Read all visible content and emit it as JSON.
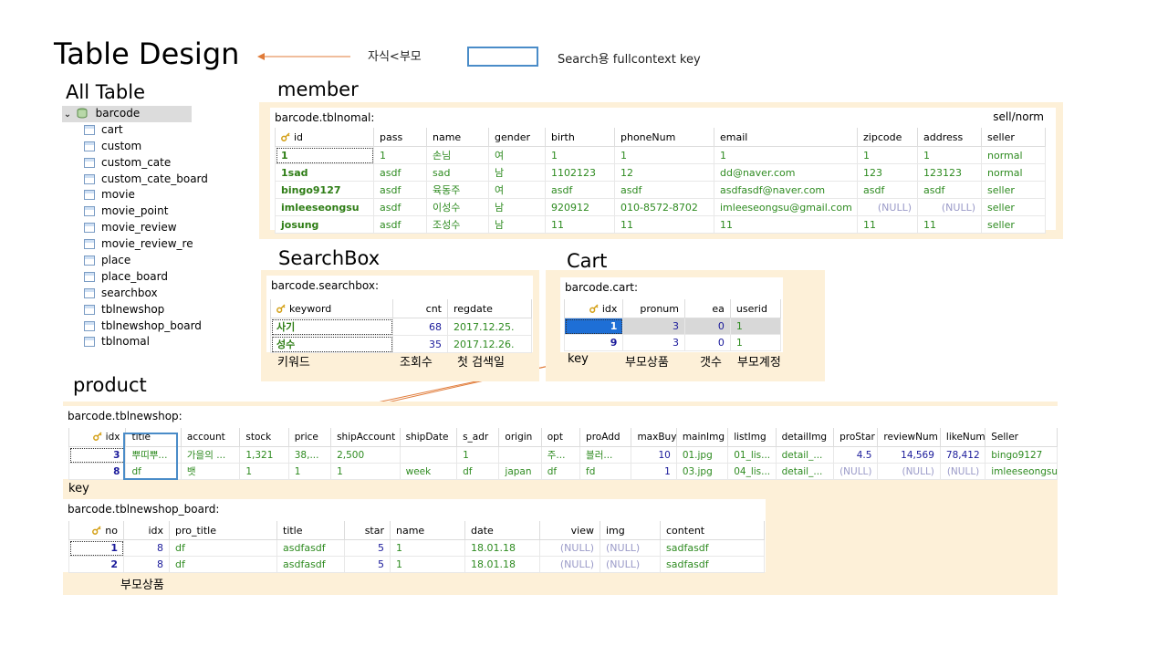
{
  "header": {
    "title": "Table Design",
    "legend_relation": "자식<부모",
    "legend_box": "Search용 fullcontext key"
  },
  "colors": {
    "panel": "#fdf0d8",
    "arrow": "#e07b39",
    "box": "#4a8cc8",
    "green": "#2e8b20",
    "blue": "#1a1a9a"
  },
  "tree": {
    "heading": "All Table",
    "root": "barcode",
    "items": [
      "cart",
      "custom",
      "custom_cate",
      "custom_cate_board",
      "movie",
      "movie_point",
      "movie_review",
      "movie_review_re",
      "place",
      "place_board",
      "searchbox",
      "tblnewshop",
      "tblnewshop_board",
      "tblnomal"
    ]
  },
  "member": {
    "heading": "member",
    "name": "barcode.tblnomal:",
    "note": "sell/norm",
    "columns": [
      "id",
      "pass",
      "name",
      "gender",
      "birth",
      "phoneNum",
      "email",
      "zipcode",
      "address",
      "seller"
    ],
    "rows": [
      [
        "1",
        "1",
        "손님",
        "여",
        "1",
        "1",
        "1",
        "1",
        "1",
        "normal"
      ],
      [
        "1sad",
        "asdf",
        "sad",
        "남",
        "1102123",
        "12",
        "dd@naver.com",
        "123",
        "123123",
        "normal"
      ],
      [
        "bingo9127",
        "asdf",
        "육동주",
        "여",
        "asdf",
        "asdf",
        "asdfasdf@naver.com",
        "asdf",
        "asdf",
        "seller"
      ],
      [
        "imleeseongsu",
        "asdf",
        "이성수",
        "남",
        "920912",
        "010-8572-8702",
        "imleeseongsu@gmail.com",
        "(NULL)",
        "(NULL)",
        "seller"
      ],
      [
        "josung",
        "asdf",
        "조성수",
        "남",
        "11",
        "11",
        "11",
        "11",
        "11",
        "seller"
      ]
    ]
  },
  "searchbox": {
    "heading": "SearchBox",
    "name": "barcode.searchbox:",
    "columns": [
      "keyword",
      "cnt",
      "regdate"
    ],
    "rows": [
      [
        "사기",
        "68",
        "2017.12.25."
      ],
      [
        "성수",
        "35",
        "2017.12.26."
      ]
    ],
    "labels": [
      "키워드",
      "조회수",
      "첫 검색일"
    ]
  },
  "cart": {
    "heading": "Cart",
    "name": "barcode.cart:",
    "columns": [
      "idx",
      "pronum",
      "ea",
      "userid"
    ],
    "rows": [
      [
        "1",
        "3",
        "0",
        "1"
      ],
      [
        "9",
        "3",
        "0",
        "1"
      ]
    ],
    "labels": [
      "key",
      "부모상품",
      "갯수",
      "부모계정"
    ]
  },
  "product": {
    "heading": "product",
    "name": "barcode.tblnewshop:",
    "columns": [
      "idx",
      "title",
      "account",
      "stock",
      "price",
      "shipAccount",
      "shipDate",
      "s_adr",
      "origin",
      "opt",
      "proAdd",
      "maxBuy",
      "mainImg",
      "listImg",
      "detailImg",
      "proStar",
      "reviewNum",
      "likeNum",
      "Seller"
    ],
    "rows": [
      [
        "3",
        "뿌띠뿌...",
        "가을의 ...",
        "1,321",
        "38,...",
        "2,500",
        "",
        "1",
        "",
        "주...",
        "블러...",
        "10",
        "01.jpg",
        "01_lis...",
        "detail_...",
        "4.5",
        "14,569",
        "78,412",
        "bingo9127"
      ],
      [
        "8",
        "df",
        "뱃",
        "1",
        "1",
        "1",
        "week",
        "df",
        "japan",
        "df",
        "fd",
        "1",
        "03.jpg",
        "04_lis...",
        "detail_...",
        "(NULL)",
        "(NULL)",
        "(NULL)",
        "imleeseongsu"
      ]
    ],
    "key_label": "key"
  },
  "board": {
    "name": "barcode.tblnewshop_board:",
    "columns": [
      "no",
      "idx",
      "pro_title",
      "title",
      "star",
      "name",
      "date",
      "view",
      "img",
      "content"
    ],
    "rows": [
      [
        "1",
        "8",
        "df",
        "asdfasdf",
        "5",
        "1",
        "18.01.18",
        "(NULL)",
        "(NULL)",
        "sadfasdf"
      ],
      [
        "2",
        "8",
        "df",
        "asdfasdf",
        "5",
        "1",
        "18.01.18",
        "(NULL)",
        "(NULL)",
        "sadfasdf"
      ]
    ],
    "label": "부모상품"
  }
}
